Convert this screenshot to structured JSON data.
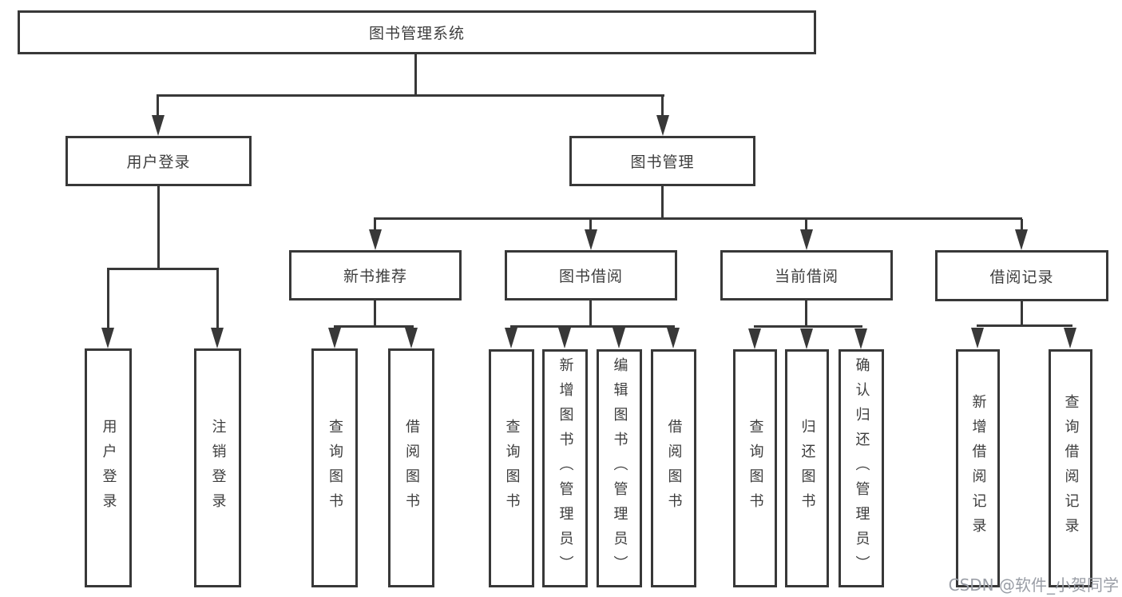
{
  "colors": {
    "background": "#ffffff",
    "line": "#383838",
    "box_border": "#383838",
    "text": "#3d3d3d",
    "watermark_text": "#9a9ea6"
  },
  "watermark": {
    "label": "CSDN @软件_小贺同学"
  },
  "diagram": {
    "type": "tree",
    "root": {
      "label": "图书管理系统",
      "children": [
        {
          "label": "用户登录",
          "children": [
            {
              "label": "用户登录"
            },
            {
              "label": "注销登录"
            }
          ]
        },
        {
          "label": "图书管理",
          "children": [
            {
              "label": "新书推荐",
              "children": [
                {
                  "label": "查询图书"
                },
                {
                  "label": "借阅图书"
                }
              ]
            },
            {
              "label": "图书借阅",
              "children": [
                {
                  "label": "查询图书"
                },
                {
                  "label": "新增图书（管理员）"
                },
                {
                  "label": "编辑图书（管理员）"
                },
                {
                  "label": "借阅图书"
                }
              ]
            },
            {
              "label": "当前借阅",
              "children": [
                {
                  "label": "查询图书"
                },
                {
                  "label": "归还图书"
                },
                {
                  "label": "确认归还（管理员）"
                }
              ]
            },
            {
              "label": "借阅记录",
              "children": [
                {
                  "label": "新增借阅记录"
                },
                {
                  "label": "查询借阅记录"
                }
              ]
            }
          ]
        }
      ]
    }
  }
}
